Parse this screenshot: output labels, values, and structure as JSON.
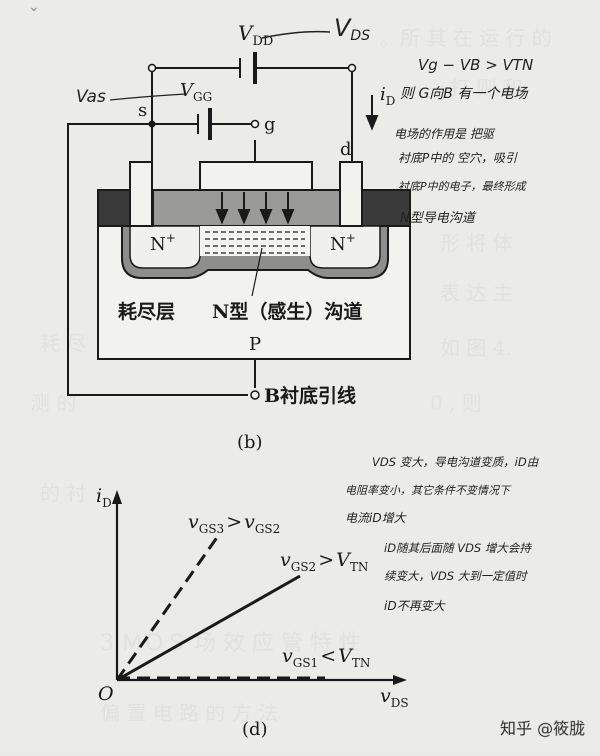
{
  "top_chevron_icon": "chevron-down-icon",
  "mosfet": {
    "vdd_label": "V",
    "vdd_sub": "DD",
    "vgg_label": "V",
    "vgg_sub": "GG",
    "s_label": "s",
    "g_label": "g",
    "d_label": "d",
    "id_label": "i",
    "id_sub": "D",
    "n_plus_left": "N",
    "n_plus_right": "N",
    "plus_sup": "+",
    "depletion_label": "耗尽层",
    "channel_label": "N型（感生）沟道",
    "p_label": "P",
    "substrate_label": "B衬底引线",
    "caption": "(b)"
  },
  "graph": {
    "y_axis_label": "i",
    "y_axis_sub": "D",
    "x_axis_label": "v",
    "x_axis_sub": "DS",
    "origin_label": "O",
    "curve_gs3": {
      "v1": "v",
      "s1": "GS3",
      "op": ">",
      "v2": "v",
      "s2": "GS2"
    },
    "curve_gs2": {
      "v1": "v",
      "s1": "GS2",
      "op": ">",
      "v2": "V",
      "s2": "TN"
    },
    "curve_gs1": {
      "v1": "v",
      "s1": "GS1",
      "op": "<",
      "v2": "V",
      "s2": "TN"
    },
    "caption": "(d)"
  },
  "annotations": {
    "vds_top": "V",
    "vds_top_sub": "DS",
    "vgs_left": "Vas",
    "note1_lines": [
      "Vg − VB > VTN",
      "则 G向B 有一个电场",
      "电场的作用是 把驱",
      "衬底P中的 空穴，吸引",
      "衬底P中的电子，最终形成",
      "N型导电沟道"
    ],
    "note2_lines": [
      "VDS 变大，导电沟道变质，iD由",
      "电阻率变小，其它条件不变情况下",
      "电流iD增大",
      "iD随其后面随 VDS 增大会持",
      "续变大，VDS 大到一定值时",
      "iD不再变大"
    ]
  },
  "watermark": "知乎 @筱胧"
}
